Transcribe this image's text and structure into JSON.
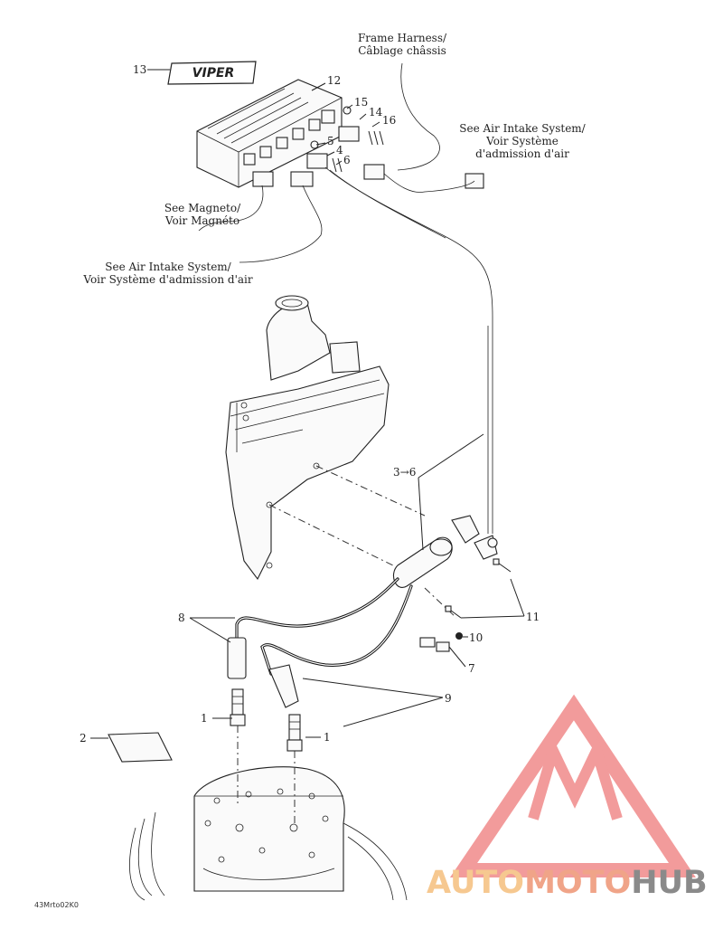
{
  "callouts": {
    "frame_harness": [
      "Frame Harness/",
      "Câblage châssis"
    ],
    "see_air_intake_top": [
      "See Air Intake System/",
      "Voir Système",
      "d'admission d'air"
    ],
    "see_magneto": [
      "See Magneto/",
      "Voir Magnéto"
    ],
    "see_air_intake_left": [
      "See Air Intake System/",
      "Voir Système d'admission d'air"
    ]
  },
  "part_numbers": {
    "n1a": "1",
    "n1b": "1",
    "n2": "2",
    "n3to6": "3→6",
    "n4": "4",
    "n5": "5",
    "n6": "6",
    "n7": "7",
    "n8": "8",
    "n9": "9",
    "n10": "10",
    "n11": "11",
    "n12": "12",
    "n13": "13",
    "n14": "14",
    "n15": "15",
    "n16": "16"
  },
  "decal_text": "VIPER",
  "figure_code": "43Mrto02K0",
  "watermark": {
    "brand_part1": "AUTO",
    "brand_part2": "MOTO",
    "brand_part3": "HUB",
    "color_light": "#f6c890",
    "color_mid": "#f0a488",
    "color_dark": "#8a8a8a",
    "logo_color": "#f08a8a"
  }
}
